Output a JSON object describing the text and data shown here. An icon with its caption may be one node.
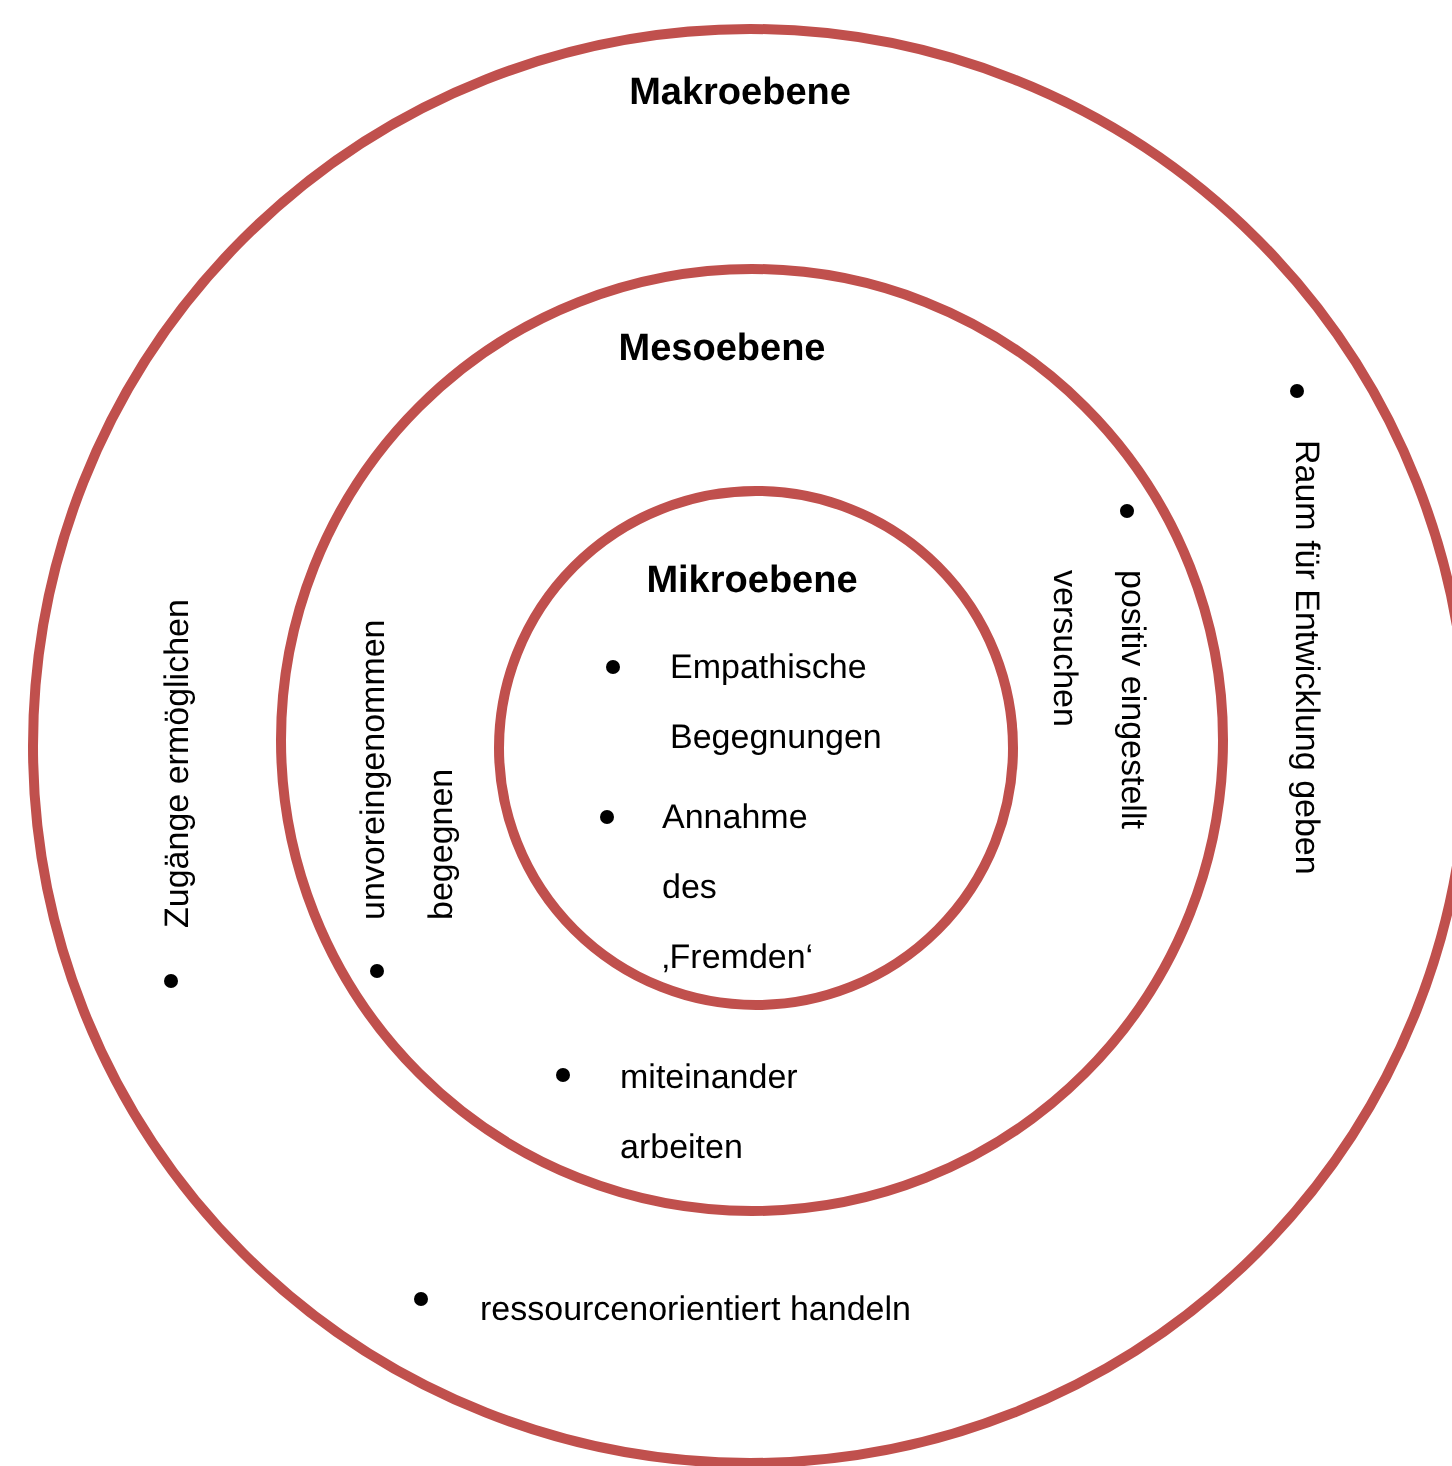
{
  "diagram": {
    "nodes": [
      {
        "text": [
          "Makroebene",
          "Zugänge ermöglichen",
          "Raum für Entwicklung geben",
          "ressourcenorientiert handeln"
        ]
      },
      {
        "text": [
          "Mesoebene",
          "unvoreingenommen begegnen",
          "positiv eingestellt versuchen",
          "miteinander arbeiten"
        ],
        "in": 0
      },
      {
        "text": [
          "Mikroebene",
          "Empathische Begegnungen",
          "Annahme des ‚Fremden‘"
        ],
        "in": 1
      }
    ]
  }
}
